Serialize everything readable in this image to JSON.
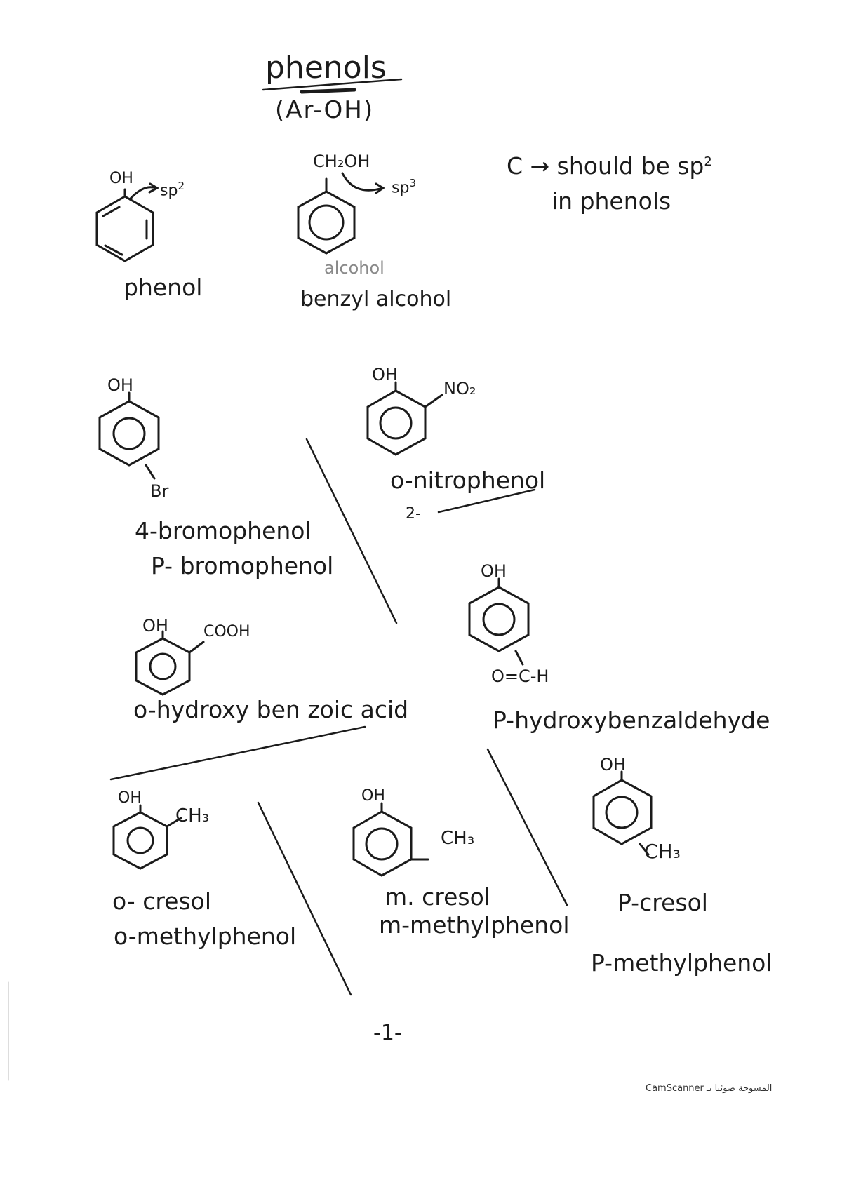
{
  "title": "phenols",
  "subtitle": "(Ar-OH)",
  "note": {
    "line1": "C → should be sp",
    "sup": "2",
    "line2": "in phenols"
  },
  "phenol": {
    "group": "OH",
    "hyb": "sp",
    "hyb_sup": "2",
    "name": "phenol"
  },
  "benzyl": {
    "group": "CH₂OH",
    "hyb": "sp",
    "hyb_sup": "3",
    "class": "alcohol",
    "name": "benzyl alcohol"
  },
  "bromo": {
    "group": "OH",
    "sub": "Br",
    "name1": "4-bromophenol",
    "name2": "P- bromophenol"
  },
  "nitro": {
    "group": "OH",
    "sub": "NO₂",
    "name1": "o-nitrophenol",
    "name2": "2-"
  },
  "salicylic": {
    "group": "OH",
    "sub": "COOH",
    "name": "o-hydroxy ben zoic acid"
  },
  "aldehyde": {
    "group": "OH",
    "sub": "O=C-H",
    "name": "P-hydroxybenzaldehyde"
  },
  "ocresol": {
    "group": "OH",
    "sub": "CH₃",
    "name1": "o- cresol",
    "name2": "o-methylphenol"
  },
  "mcresol": {
    "group": "OH",
    "sub": "CH₃",
    "name1": "m. cresol",
    "name2": "m-methylphenol"
  },
  "pcresol": {
    "group": "OH",
    "sub": "CH₃",
    "name1": "P-cresol",
    "name2": "P-methylphenol"
  },
  "page_number": "-1-",
  "footer": "CamScanner المسوحة ضوئيا بـ"
}
